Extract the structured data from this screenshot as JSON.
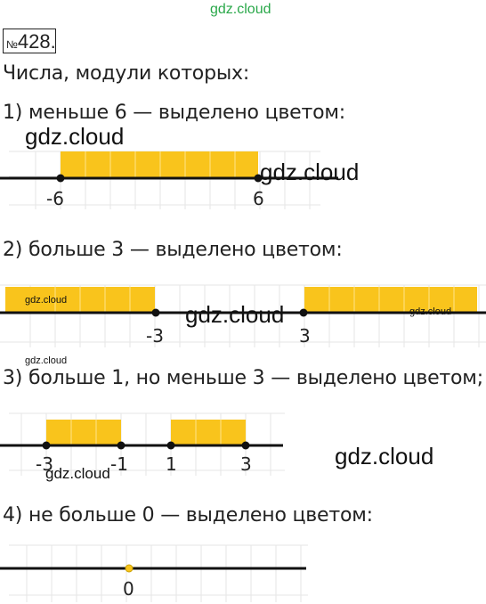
{
  "watermark": "gdz.cloud",
  "task_number_prefix": "№",
  "task_number": "428.",
  "intro": "Числа, модули которых:",
  "colors": {
    "highlight": "#f9c41c",
    "grid": "#e8e8e8",
    "axis": "#111111"
  },
  "parts": [
    {
      "label": "1) меньше 6 — выделено цветом:",
      "ticks": [
        {
          "value": -6,
          "label": "-6"
        },
        {
          "value": 6,
          "label": "6"
        }
      ],
      "range_from": -6,
      "range_to": 6,
      "highlight": [
        [
          -6,
          6
        ]
      ]
    },
    {
      "label": "2) больше 3 — выделено цветом:",
      "ticks": [
        {
          "value": -3,
          "label": "-3"
        },
        {
          "value": 3,
          "label": "3"
        }
      ],
      "highlight": [
        [
          "left",
          -3
        ],
        [
          3,
          "right"
        ]
      ]
    },
    {
      "label": "3) больше 1, но меньше 3 — выделено цветом;",
      "ticks": [
        {
          "value": -3,
          "label": "-3"
        },
        {
          "value": -1,
          "label": "-1"
        },
        {
          "value": 1,
          "label": "1"
        },
        {
          "value": 3,
          "label": "3"
        }
      ],
      "highlight": [
        [
          -3,
          -1
        ],
        [
          1,
          3
        ]
      ]
    },
    {
      "label": "4) не больше 0 — выделено цветом:",
      "ticks": [
        {
          "value": 0,
          "label": "0"
        }
      ],
      "highlight": [
        [
          0,
          0
        ]
      ]
    }
  ]
}
